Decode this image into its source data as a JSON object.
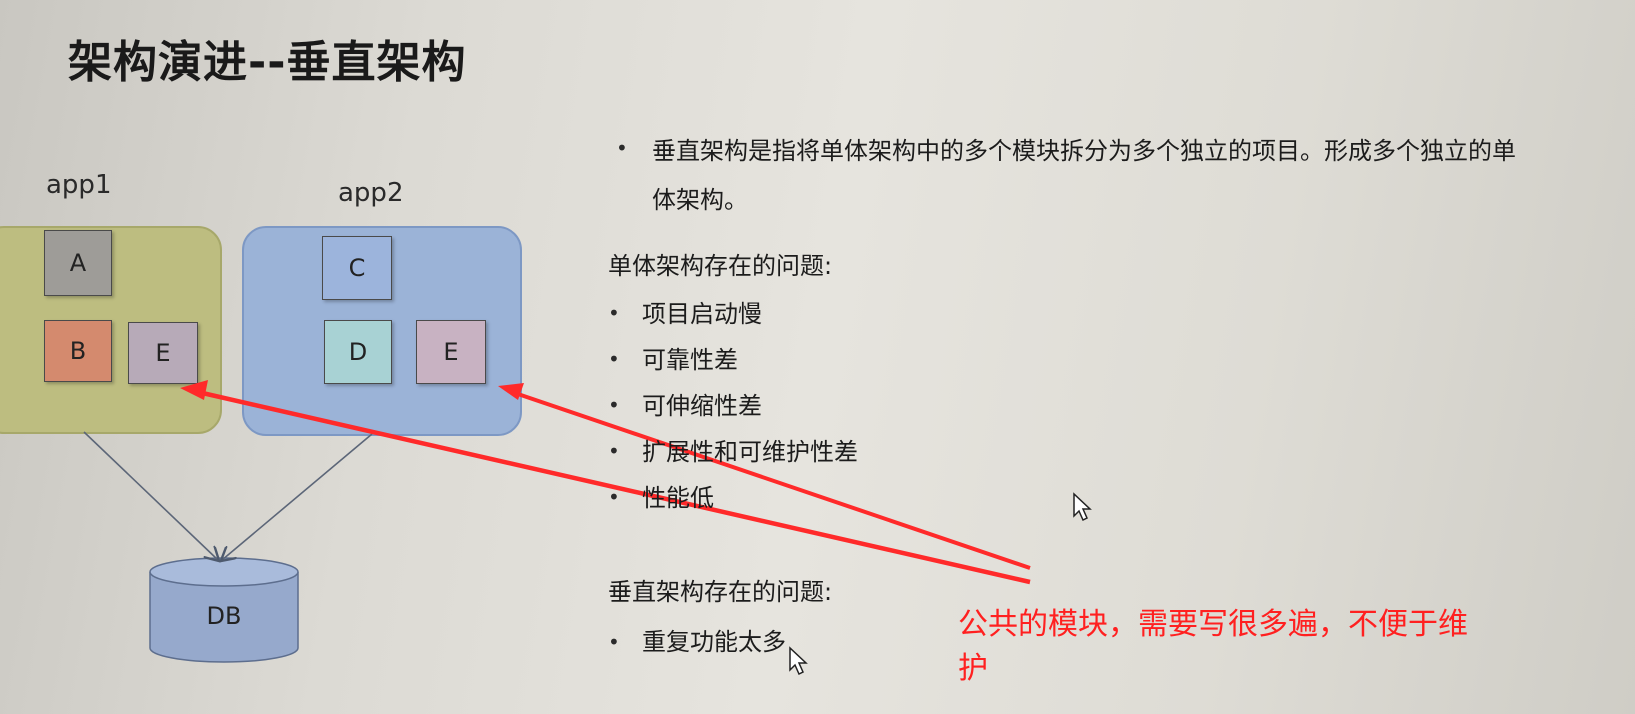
{
  "slide": {
    "title": "架构演进--垂直架构"
  },
  "diagram": {
    "app1": {
      "label": "app1",
      "modules": [
        "A",
        "B",
        "E"
      ]
    },
    "app2": {
      "label": "app2",
      "modules": [
        "C",
        "D",
        "E"
      ]
    },
    "db": {
      "label": "DB"
    },
    "colors": {
      "app1_bg": "#bdbd80",
      "app2_bg": "#9bb3d7",
      "module_a": "#9e9c98",
      "module_b": "#d48a6e",
      "module_e": "#b7aab8",
      "module_c": "#9cb4dc",
      "module_d": "#a8d2d4",
      "db": "#96a9cc"
    }
  },
  "content": {
    "intro": {
      "line1": "垂直架构是指将单体架构中的多个模块拆分为多个独立的项目。形成多个独立的单",
      "line2": "体架构。"
    },
    "monolith_heading": "单体架构存在的问题:",
    "monolith_issues": [
      "项目启动慢",
      "可靠性差",
      "可伸缩性差",
      "扩展性和可维护性差",
      "性能低"
    ],
    "vertical_heading": "垂直架构存在的问题:",
    "vertical_issues": [
      "重复功能太多"
    ],
    "bullet_char": "•"
  },
  "annotation": {
    "line1": "公共的模块，需要写很多遍，不便于维",
    "line2": "护",
    "color": "#ff2020"
  }
}
